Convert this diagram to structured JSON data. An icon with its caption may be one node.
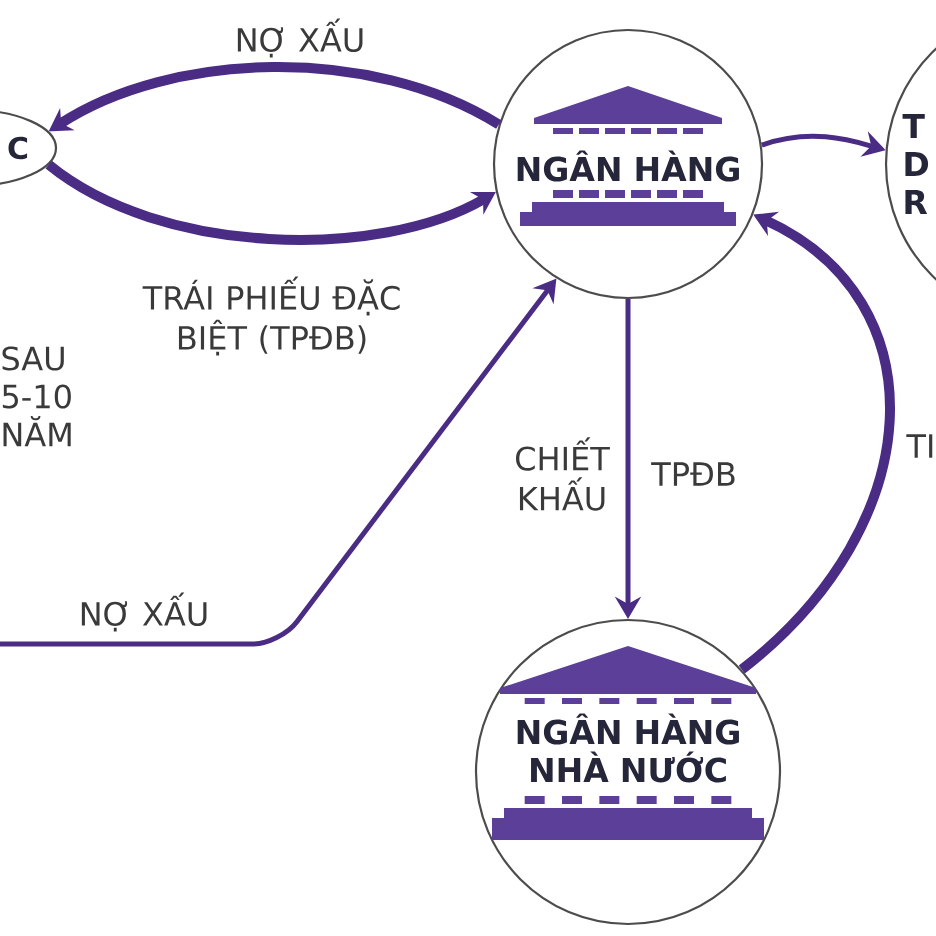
{
  "diagram": {
    "nodes": [
      {
        "text": [
          "C"
        ]
      },
      {
        "text": [
          "NGÂN HÀNG"
        ]
      },
      {
        "text": [
          "T D R"
        ]
      },
      {
        "text": [
          "NGÂN HÀNG NHÀ NƯỚC"
        ]
      }
    ],
    "edges": [
      {
        "from": 1,
        "to": 0,
        "arrow": "to",
        "label": "NỢ XẤU",
        "style": "thick"
      },
      {
        "from": 0,
        "to": 1,
        "arrow": "to",
        "label": "TRÁI PHIẾU ĐẶC BIỆT (TPĐB)",
        "style": "thick"
      },
      {
        "from": 1,
        "to": 2,
        "arrow": "to"
      },
      {
        "from": null,
        "to": 1,
        "arrow": "to",
        "label": "NỢ XẤU"
      },
      {
        "from": 1,
        "to": 3,
        "arrow": "to",
        "label": "CHIẾT KHẤU"
      },
      {
        "from": 3,
        "to": 1,
        "arrow": "to",
        "label": "TI",
        "style": "thick"
      }
    ],
    "labels": [
      "SAU 5-10 NĂM",
      "TPĐB"
    ]
  }
}
